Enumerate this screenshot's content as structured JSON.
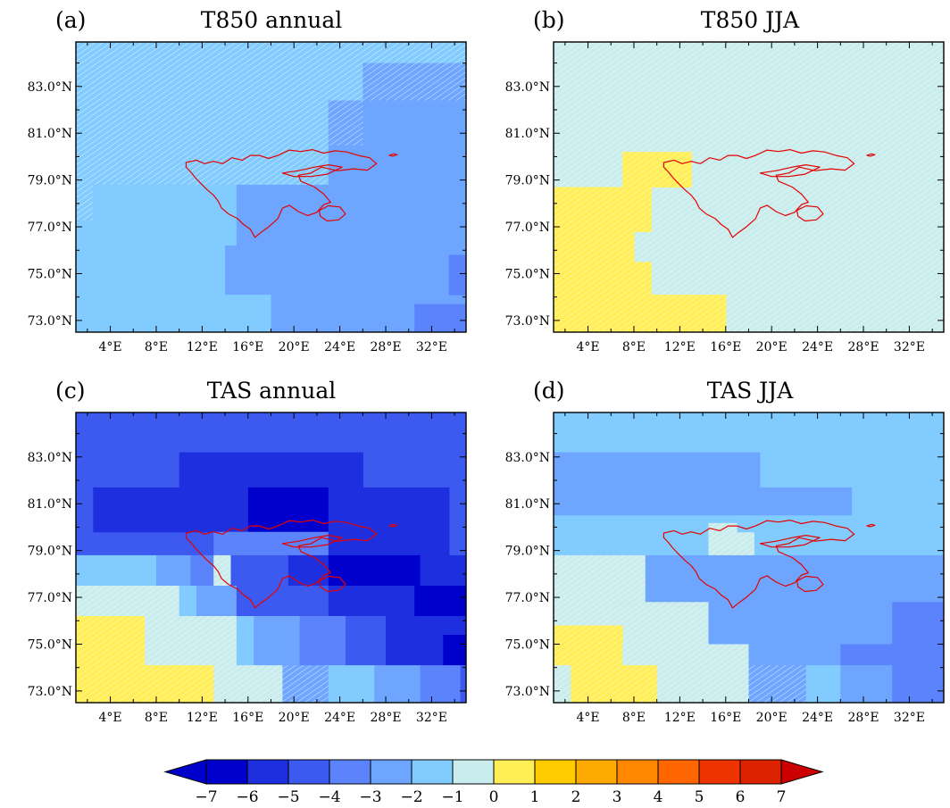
{
  "figure": {
    "lon_range": [
      1.0,
      35.0
    ],
    "lat_range": [
      72.5,
      84.9
    ],
    "lat_tick_labels": [
      "73.0°N",
      "75.0°N",
      "77.0°N",
      "79.0°N",
      "81.0°N",
      "83.0°N"
    ],
    "lat_tick_values": [
      73,
      75,
      77,
      79,
      81,
      83
    ],
    "lon_tick_labels": [
      "4°E",
      "8°E",
      "12°E",
      "16°E",
      "20°E",
      "24°E",
      "28°E",
      "32°E"
    ],
    "lon_tick_values": [
      4,
      8,
      12,
      16,
      20,
      24,
      28,
      32
    ],
    "coastline_color": "#e60000",
    "hatch_color": "#ffffff"
  },
  "panels": [
    {
      "letter": "(a)",
      "title": "T850 annual",
      "cells": [
        {
          "lon": [
            1.0,
            35.0
          ],
          "lat": [
            72.5,
            84.9
          ],
          "bin": -2
        },
        {
          "lon": [
            1.0,
            26.0
          ],
          "lat": [
            82.4,
            84.9
          ],
          "bin": -2,
          "hatch": true
        },
        {
          "lon": [
            26.0,
            35.0
          ],
          "lat": [
            84.0,
            84.9
          ],
          "bin": -2,
          "hatch": true
        },
        {
          "lon": [
            26.0,
            35.0
          ],
          "lat": [
            82.4,
            84.0
          ],
          "bin": -3,
          "hatch": true
        },
        {
          "lon": [
            1.0,
            23.0
          ],
          "lat": [
            79.8,
            82.4
          ],
          "bin": -2,
          "hatch": true
        },
        {
          "lon": [
            23.0,
            35.0
          ],
          "lat": [
            79.8,
            82.4
          ],
          "bin": -3
        },
        {
          "lon": [
            23.0,
            26.0
          ],
          "lat": [
            80.5,
            82.4
          ],
          "bin": -3,
          "hatch": true
        },
        {
          "lon": [
            1.0,
            23.0
          ],
          "lat": [
            78.8,
            79.8
          ],
          "bin": -2,
          "hatch": true
        },
        {
          "lon": [
            23.0,
            35.0
          ],
          "lat": [
            78.8,
            79.8
          ],
          "bin": -3
        },
        {
          "lon": [
            1.0,
            2.5
          ],
          "lat": [
            77.3,
            78.8
          ],
          "bin": -2,
          "hatch": true
        },
        {
          "lon": [
            2.5,
            15.0
          ],
          "lat": [
            76.2,
            78.8
          ],
          "bin": -2
        },
        {
          "lon": [
            15.0,
            35.0
          ],
          "lat": [
            76.2,
            78.8
          ],
          "bin": -3
        },
        {
          "lon": [
            1.0,
            14.0
          ],
          "lat": [
            72.5,
            76.2
          ],
          "bin": -2
        },
        {
          "lon": [
            14.0,
            35.0
          ],
          "lat": [
            74.1,
            76.2
          ],
          "bin": -3
        },
        {
          "lon": [
            14.0,
            18.0
          ],
          "lat": [
            72.5,
            74.1
          ],
          "bin": -2
        },
        {
          "lon": [
            18.0,
            35.0
          ],
          "lat": [
            72.5,
            74.1
          ],
          "bin": -3
        },
        {
          "lon": [
            33.5,
            35.0
          ],
          "lat": [
            74.1,
            75.8
          ],
          "bin": -4
        },
        {
          "lon": [
            30.5,
            35.0
          ],
          "lat": [
            72.5,
            73.7
          ],
          "bin": -4
        }
      ]
    },
    {
      "letter": "(b)",
      "title": "T850 JJA",
      "cells": [
        {
          "lon": [
            1.0,
            35.0
          ],
          "lat": [
            72.5,
            84.9
          ],
          "bin": -1,
          "hatch": true
        },
        {
          "lon": [
            7.0,
            13.0
          ],
          "lat": [
            78.7,
            80.2
          ],
          "bin": 0,
          "hatch": true
        },
        {
          "lon": [
            1.0,
            9.5
          ],
          "lat": [
            76.8,
            78.7
          ],
          "bin": 0,
          "hatch": true
        },
        {
          "lon": [
            1.0,
            8.0
          ],
          "lat": [
            75.5,
            76.8
          ],
          "bin": 0,
          "hatch": true
        },
        {
          "lon": [
            1.0,
            9.5
          ],
          "lat": [
            74.1,
            75.5
          ],
          "bin": 0,
          "hatch": true
        },
        {
          "lon": [
            1.0,
            16.0
          ],
          "lat": [
            72.5,
            74.1
          ],
          "bin": 0,
          "hatch": true
        }
      ]
    },
    {
      "letter": "(c)",
      "title": "TAS annual",
      "cells": [
        {
          "lon": [
            1.0,
            35.0
          ],
          "lat": [
            72.5,
            84.9
          ],
          "bin": -5
        },
        {
          "lon": [
            10.0,
            26.0
          ],
          "lat": [
            81.7,
            83.2
          ],
          "bin": -6
        },
        {
          "lon": [
            2.5,
            10.0
          ],
          "lat": [
            79.8,
            81.7
          ],
          "bin": -6
        },
        {
          "lon": [
            10.0,
            16.0
          ],
          "lat": [
            79.8,
            81.7
          ],
          "bin": -6
        },
        {
          "lon": [
            16.0,
            23.0
          ],
          "lat": [
            79.8,
            81.7
          ],
          "bin": -7
        },
        {
          "lon": [
            23.0,
            30.5
          ],
          "lat": [
            79.8,
            81.7
          ],
          "bin": -6
        },
        {
          "lon": [
            30.5,
            33.5
          ],
          "lat": [
            79.8,
            81.7
          ],
          "bin": -6
        },
        {
          "lon": [
            13.0,
            23.0
          ],
          "lat": [
            78.8,
            79.8
          ],
          "bin": -4
        },
        {
          "lon": [
            23.0,
            33.5
          ],
          "lat": [
            78.8,
            79.8
          ],
          "bin": -6
        },
        {
          "lon": [
            1.0,
            8.0
          ],
          "lat": [
            77.5,
            78.8
          ],
          "bin": -2
        },
        {
          "lon": [
            8.0,
            11.0
          ],
          "lat": [
            77.5,
            78.8
          ],
          "bin": -3
        },
        {
          "lon": [
            11.0,
            13.0
          ],
          "lat": [
            77.5,
            78.8
          ],
          "bin": -4
        },
        {
          "lon": [
            13.0,
            14.5
          ],
          "lat": [
            77.5,
            78.8
          ],
          "bin": -1,
          "hatch": true
        },
        {
          "lon": [
            14.5,
            19.5
          ],
          "lat": [
            77.5,
            78.8
          ],
          "bin": -5
        },
        {
          "lon": [
            19.5,
            23.0
          ],
          "lat": [
            77.5,
            78.8
          ],
          "bin": -6
        },
        {
          "lon": [
            23.0,
            31.0
          ],
          "lat": [
            77.5,
            78.8
          ],
          "bin": -7
        },
        {
          "lon": [
            31.0,
            35.0
          ],
          "lat": [
            77.5,
            78.8
          ],
          "bin": -6
        },
        {
          "lon": [
            1.0,
            10.0
          ],
          "lat": [
            76.2,
            77.5
          ],
          "bin": -1,
          "hatch": true
        },
        {
          "lon": [
            10.0,
            11.5
          ],
          "lat": [
            76.2,
            77.5
          ],
          "bin": -2
        },
        {
          "lon": [
            11.5,
            15.0
          ],
          "lat": [
            76.2,
            77.5
          ],
          "bin": -3
        },
        {
          "lon": [
            15.0,
            23.0
          ],
          "lat": [
            76.2,
            77.5
          ],
          "bin": -5
        },
        {
          "lon": [
            23.0,
            30.5
          ],
          "lat": [
            76.2,
            77.5
          ],
          "bin": -6
        },
        {
          "lon": [
            30.5,
            35.0
          ],
          "lat": [
            76.2,
            77.5
          ],
          "bin": -7
        },
        {
          "lon": [
            1.0,
            7.0
          ],
          "lat": [
            74.1,
            76.2
          ],
          "bin": 0,
          "hatch": true
        },
        {
          "lon": [
            7.0,
            15.0
          ],
          "lat": [
            74.1,
            76.2
          ],
          "bin": -1,
          "hatch": true
        },
        {
          "lon": [
            15.0,
            16.5
          ],
          "lat": [
            74.1,
            76.2
          ],
          "bin": -2
        },
        {
          "lon": [
            16.5,
            20.5
          ],
          "lat": [
            74.1,
            76.2
          ],
          "bin": -3
        },
        {
          "lon": [
            20.5,
            24.5
          ],
          "lat": [
            74.1,
            76.2
          ],
          "bin": -4
        },
        {
          "lon": [
            24.5,
            28.0
          ],
          "lat": [
            74.1,
            76.2
          ],
          "bin": -5
        },
        {
          "lon": [
            28.0,
            33.0
          ],
          "lat": [
            74.1,
            76.2
          ],
          "bin": -6
        },
        {
          "lon": [
            33.0,
            35.0
          ],
          "lat": [
            74.1,
            76.2
          ],
          "bin": -6
        },
        {
          "lon": [
            33.0,
            35.0
          ],
          "lat": [
            74.1,
            75.4
          ],
          "bin": -7
        },
        {
          "lon": [
            1.0,
            13.0
          ],
          "lat": [
            72.5,
            74.1
          ],
          "bin": 0,
          "hatch": true
        },
        {
          "lon": [
            13.0,
            19.0
          ],
          "lat": [
            72.5,
            74.1
          ],
          "bin": -1,
          "hatch": true
        },
        {
          "lon": [
            19.0,
            23.0
          ],
          "lat": [
            72.5,
            74.1
          ],
          "bin": -3,
          "hatch": true
        },
        {
          "lon": [
            23.0,
            27.0
          ],
          "lat": [
            72.5,
            74.1
          ],
          "bin": -2
        },
        {
          "lon": [
            27.0,
            31.0
          ],
          "lat": [
            72.5,
            74.1
          ],
          "bin": -3
        },
        {
          "lon": [
            31.0,
            34.5
          ],
          "lat": [
            72.5,
            74.1
          ],
          "bin": -4
        },
        {
          "lon": [
            34.5,
            35.0
          ],
          "lat": [
            72.5,
            74.1
          ],
          "bin": -5
        }
      ]
    },
    {
      "letter": "(d)",
      "title": "TAS JJA",
      "cells": [
        {
          "lon": [
            1.0,
            35.0
          ],
          "lat": [
            83.2,
            84.9
          ],
          "bin": -2
        },
        {
          "lon": [
            1.0,
            19.0
          ],
          "lat": [
            80.5,
            83.2
          ],
          "bin": -3
        },
        {
          "lon": [
            19.0,
            35.0
          ],
          "lat": [
            81.7,
            83.2
          ],
          "bin": -2
        },
        {
          "lon": [
            19.0,
            27.0
          ],
          "lat": [
            80.5,
            81.7
          ],
          "bin": -3
        },
        {
          "lon": [
            27.0,
            35.0
          ],
          "lat": [
            80.5,
            81.7
          ],
          "bin": -2
        },
        {
          "lon": [
            1.0,
            14.5
          ],
          "lat": [
            78.8,
            80.5
          ],
          "bin": -2
        },
        {
          "lon": [
            14.5,
            17.0
          ],
          "lat": [
            78.8,
            80.2
          ],
          "bin": -1,
          "hatch": true
        },
        {
          "lon": [
            17.0,
            18.5
          ],
          "lat": [
            78.8,
            79.8
          ],
          "bin": -1,
          "hatch": true
        },
        {
          "lon": [
            17.0,
            18.5
          ],
          "lat": [
            79.8,
            80.5
          ],
          "bin": -2
        },
        {
          "lon": [
            14.5,
            18.5
          ],
          "lat": [
            80.2,
            80.5
          ],
          "bin": -2
        },
        {
          "lon": [
            18.5,
            35.0
          ],
          "lat": [
            78.8,
            80.5
          ],
          "bin": -2
        },
        {
          "lon": [
            1.0,
            9.0
          ],
          "lat": [
            76.8,
            78.8
          ],
          "bin": -1,
          "hatch": true
        },
        {
          "lon": [
            9.0,
            35.0
          ],
          "lat": [
            76.8,
            78.8
          ],
          "bin": -3
        },
        {
          "lon": [
            1.0,
            14.5
          ],
          "lat": [
            75.0,
            76.8
          ],
          "bin": -1,
          "hatch": true
        },
        {
          "lon": [
            14.5,
            30.5
          ],
          "lat": [
            75.0,
            76.8
          ],
          "bin": -3
        },
        {
          "lon": [
            30.5,
            35.0
          ],
          "lat": [
            75.0,
            76.8
          ],
          "bin": -4
        },
        {
          "lon": [
            1.0,
            7.0
          ],
          "lat": [
            74.1,
            75.8
          ],
          "bin": 0,
          "hatch": true
        },
        {
          "lon": [
            7.0,
            18.0
          ],
          "lat": [
            74.1,
            75.0
          ],
          "bin": -1,
          "hatch": true
        },
        {
          "lon": [
            18.0,
            26.0
          ],
          "lat": [
            74.1,
            75.0
          ],
          "bin": -3
        },
        {
          "lon": [
            26.0,
            35.0
          ],
          "lat": [
            74.1,
            75.0
          ],
          "bin": -4
        },
        {
          "lon": [
            1.0,
            2.5
          ],
          "lat": [
            72.5,
            74.1
          ],
          "bin": -1,
          "hatch": true
        },
        {
          "lon": [
            2.5,
            10.0
          ],
          "lat": [
            72.5,
            74.1
          ],
          "bin": 0,
          "hatch": true
        },
        {
          "lon": [
            10.0,
            18.0
          ],
          "lat": [
            72.5,
            74.1
          ],
          "bin": -1,
          "hatch": true
        },
        {
          "lon": [
            18.0,
            23.0
          ],
          "lat": [
            72.5,
            74.1
          ],
          "bin": -3,
          "hatch": true
        },
        {
          "lon": [
            23.0,
            26.0
          ],
          "lat": [
            72.5,
            74.1
          ],
          "bin": -2
        },
        {
          "lon": [
            26.0,
            30.5
          ],
          "lat": [
            72.5,
            74.1
          ],
          "bin": -3
        },
        {
          "lon": [
            30.5,
            35.0
          ],
          "lat": [
            72.5,
            74.1
          ],
          "bin": -4
        }
      ]
    }
  ],
  "colorbar": {
    "labels": [
      "−7",
      "−6",
      "−5",
      "−4",
      "−3",
      "−2",
      "−1",
      "0",
      "1",
      "2",
      "3",
      "4",
      "5",
      "6",
      "7"
    ],
    "lower_arrow_color": "#0000cd",
    "upper_arrow_color": "#cc0000",
    "bins": [
      {
        "bin": -7,
        "color": "#0000cd"
      },
      {
        "bin": -6,
        "color": "#1e2fe0"
      },
      {
        "bin": -5,
        "color": "#3d5af0"
      },
      {
        "bin": -4,
        "color": "#5b83fb"
      },
      {
        "bin": -3,
        "color": "#6ea6ff"
      },
      {
        "bin": -2,
        "color": "#82cbff"
      },
      {
        "bin": -1,
        "color": "#c9ecec"
      },
      {
        "bin": 0,
        "color": "#ffee55"
      },
      {
        "bin": 1,
        "color": "#ffcc00"
      },
      {
        "bin": 2,
        "color": "#ffaa00"
      },
      {
        "bin": 3,
        "color": "#ff8800"
      },
      {
        "bin": 4,
        "color": "#ff6600"
      },
      {
        "bin": 5,
        "color": "#ee3300"
      },
      {
        "bin": 6,
        "color": "#dd2200"
      }
    ]
  }
}
